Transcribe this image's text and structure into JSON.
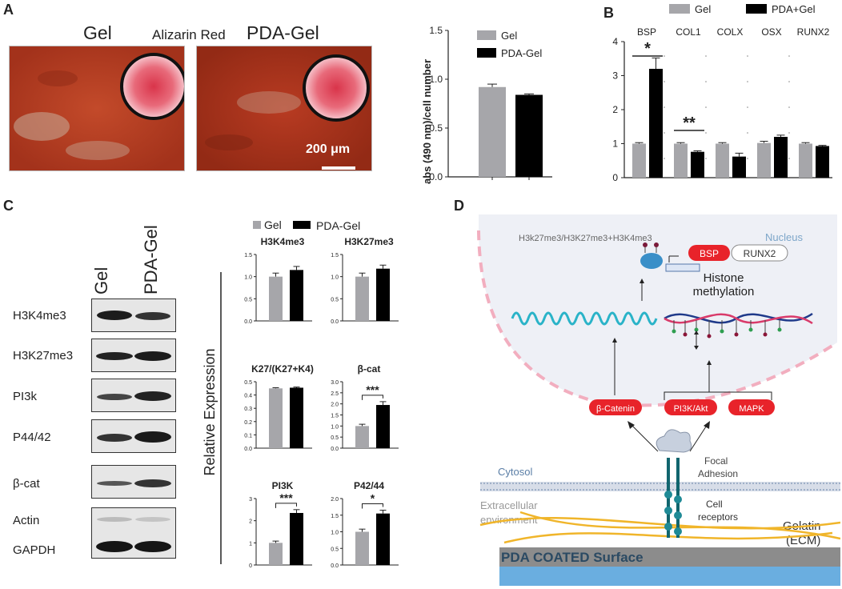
{
  "panels": {
    "a": "A",
    "b": "B",
    "c": "C",
    "d": "D"
  },
  "panelA": {
    "gel_title": "Gel",
    "pda_title": "PDA-Gel",
    "stain_label": "Alizarin Red",
    "scale_label": "200 μm"
  },
  "panelC": {
    "lane_gel": "Gel",
    "lane_pda": "PDA-Gel",
    "blot_rows": [
      "H3K4me3",
      "H3K27me3",
      "PI3k",
      "P44/42",
      "β-cat",
      "Actin",
      "GAPDH"
    ],
    "ylabel": "Relative Expression"
  },
  "panelD": {
    "nucleus_text": "H3k27me3/H3K27me3+H3K4me3",
    "nucleus_label": "Nucleus",
    "bsp": "BSP",
    "runx2": "RUNX2",
    "histone_line1": "Histone",
    "histone_line2": "methylation",
    "beta_catenin": "β-Catenin",
    "pi3k_akt": "PI3K/Akt",
    "mapk": "MAPK",
    "focal_line1": "Focal",
    "focal_line2": "Adhesion",
    "cytosol": "Cytosol",
    "extracellular_line1": "Extracellular",
    "extracellular_line2": "environment",
    "cell_line1": "Cell",
    "cell_line2": "receptors",
    "gelatin_line1": "Gelatin",
    "gelatin_line2": "(ECM)",
    "surface": "PDA COATED Surface"
  },
  "colors": {
    "gel": "#a6a6aa",
    "pda": "#000000",
    "red_pill": "#e8232a",
    "surface_grey": "#8c8c8c",
    "surface_blue": "#6aaee0"
  },
  "chart_data": [
    {
      "id": "a-bar",
      "type": "bar",
      "categories": [
        "Gel",
        "PDA-Gel"
      ],
      "values": [
        0.92,
        0.84
      ],
      "errors": [
        0.03,
        0.01
      ],
      "ylabel": "abs (490 nm)/cell number",
      "ylim": [
        0,
        1.5
      ],
      "yticks": [
        "0.0",
        "0.5",
        "1.0",
        "1.5"
      ],
      "legend": [
        "Gel",
        "PDA-Gel"
      ],
      "legend_position": "top-right"
    },
    {
      "id": "b-bar",
      "type": "bar",
      "categories": [
        "BSP",
        "COL1",
        "COLX",
        "OSX",
        "RUNX2"
      ],
      "series": [
        {
          "name": "Gel",
          "values": [
            1.0,
            1.0,
            1.0,
            1.02,
            1.0
          ],
          "errors": [
            0.03,
            0.03,
            0.03,
            0.05,
            0.03
          ]
        },
        {
          "name": "PDA+Gel",
          "values": [
            3.2,
            0.76,
            0.62,
            1.2,
            0.93
          ],
          "errors": [
            0.32,
            0.03,
            0.1,
            0.05,
            0.02
          ]
        }
      ],
      "ylim": [
        0,
        4
      ],
      "yticks": [
        "0",
        "1",
        "2",
        "3",
        "4"
      ],
      "significance": [
        {
          "category": "BSP",
          "label": "*"
        },
        {
          "category": "COL1",
          "label": "**"
        }
      ],
      "legend_position": "top"
    },
    {
      "id": "c-h3k4me3",
      "type": "bar",
      "title": "H3K4me3",
      "categories": [
        "Gel",
        "PDA-Gel"
      ],
      "values": [
        1.0,
        1.15
      ],
      "errors": [
        0.08,
        0.08
      ],
      "ylim": [
        0,
        1.5
      ],
      "yticks": [
        "0.0",
        "0.5",
        "1.0",
        "1.5"
      ]
    },
    {
      "id": "c-h3k27me3",
      "type": "bar",
      "title": "H3K27me3",
      "categories": [
        "Gel",
        "PDA-Gel"
      ],
      "values": [
        1.0,
        1.18
      ],
      "errors": [
        0.08,
        0.08
      ],
      "ylim": [
        0,
        1.5
      ],
      "yticks": [
        "0.0",
        "0.5",
        "1.0",
        "1.5"
      ]
    },
    {
      "id": "c-ratio",
      "type": "bar",
      "title": "K27/(K27+K4)",
      "categories": [
        "Gel",
        "PDA-Gel"
      ],
      "values": [
        0.45,
        0.455
      ],
      "errors": [
        0.005,
        0.005
      ],
      "ylim": [
        0,
        0.5
      ],
      "yticks": [
        "0.0",
        "0.1",
        "0.2",
        "0.3",
        "0.4",
        "0.5"
      ]
    },
    {
      "id": "c-bcat",
      "type": "bar",
      "title": "β-cat",
      "categories": [
        "Gel",
        "PDA-Gel"
      ],
      "values": [
        1.0,
        1.95
      ],
      "errors": [
        0.08,
        0.15
      ],
      "ylim": [
        0,
        3.0
      ],
      "yticks": [
        "0.0",
        "0.5",
        "1.0",
        "1.5",
        "2.0",
        "2.5",
        "3.0"
      ],
      "significance": "***"
    },
    {
      "id": "c-pi3k",
      "type": "bar",
      "title": "PI3K",
      "categories": [
        "Gel",
        "PDA-Gel"
      ],
      "values": [
        1.0,
        2.35
      ],
      "errors": [
        0.08,
        0.15
      ],
      "ylim": [
        0,
        3
      ],
      "yticks": [
        "0",
        "1",
        "2",
        "3"
      ],
      "significance": "***"
    },
    {
      "id": "c-p4244",
      "type": "bar",
      "title": "P42/44",
      "categories": [
        "Gel",
        "PDA-Gel"
      ],
      "values": [
        1.0,
        1.55
      ],
      "errors": [
        0.08,
        0.1
      ],
      "ylim": [
        0,
        2.0
      ],
      "yticks": [
        "0.0",
        "0.5",
        "1.0",
        "1.5",
        "2.0"
      ],
      "significance": "*"
    }
  ],
  "c_legend": [
    "Gel",
    "PDA-Gel"
  ]
}
